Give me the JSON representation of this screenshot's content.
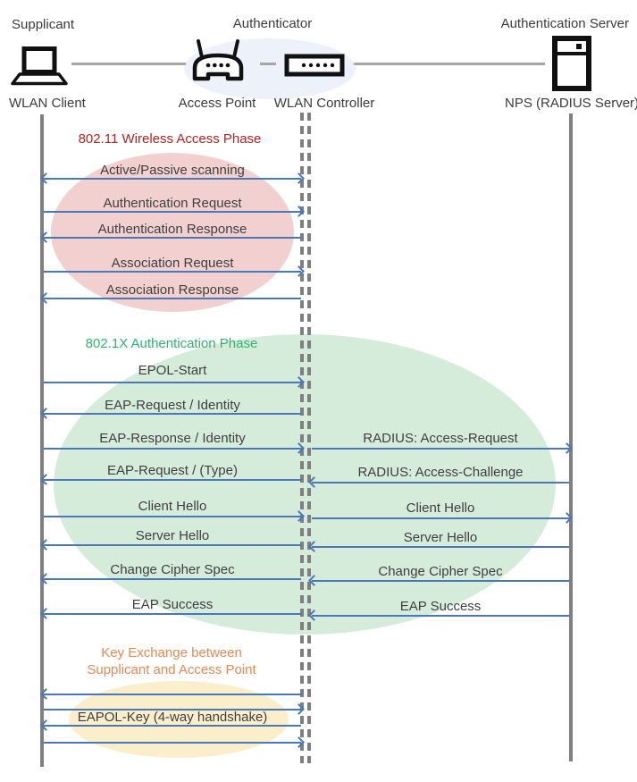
{
  "header": {
    "supplicant_role": "Supplicant",
    "authenticator_role": "Authenticator",
    "server_role": "Authentication Server",
    "wlan_client": "WLAN Client",
    "access_point": "Access Point",
    "wlan_controller": "WLAN Controller",
    "nps": "NPS (RADIUS Server)"
  },
  "phases": {
    "wireless": {
      "title": "802.11 Wireless Access Phase",
      "title_color": "#b42323",
      "ellipse_color": "#f2d0d0"
    },
    "auth": {
      "title": "802.1X Authentication Phase",
      "title_color": "#2fb46f",
      "ellipse_color": "#d5ecdb"
    },
    "key": {
      "title_line1": "Key Exchange between",
      "title_line2": "Supplicant and Access Point",
      "title_color": "#e28a55",
      "ellipse_color": "#fbeecb"
    }
  },
  "messages": [
    {
      "label": "Active/Passive scanning"
    },
    {
      "label": "Authentication Request"
    },
    {
      "label": "Authentication Response"
    },
    {
      "label": "Association Request"
    },
    {
      "label": "Association Response"
    },
    {
      "label": "EPOL-Start"
    },
    {
      "label": "EAP-Request / Identity"
    },
    {
      "label": "EAP-Response / Identity"
    },
    {
      "label": "RADIUS: Access-Request"
    },
    {
      "label": "EAP-Request / (Type)"
    },
    {
      "label": "RADIUS: Access-Challenge"
    },
    {
      "label": "Client Hello"
    },
    {
      "label": "Client Hello"
    },
    {
      "label": "Server Hello"
    },
    {
      "label": "Server Hello"
    },
    {
      "label": "Change Cipher Spec"
    },
    {
      "label": "Change Cipher Spec"
    },
    {
      "label": "EAP Success"
    },
    {
      "label": "EAP Success"
    },
    {
      "label": "EAPOL-Key (4-way handshake)"
    }
  ],
  "colors": {
    "arrow_blue": "#4a77b8",
    "lifeline_gray": "#7f7f7f",
    "connector_gray": "#a6a6a6",
    "authenticator_halo": "#edf1fa",
    "icon_black": "#111111"
  }
}
